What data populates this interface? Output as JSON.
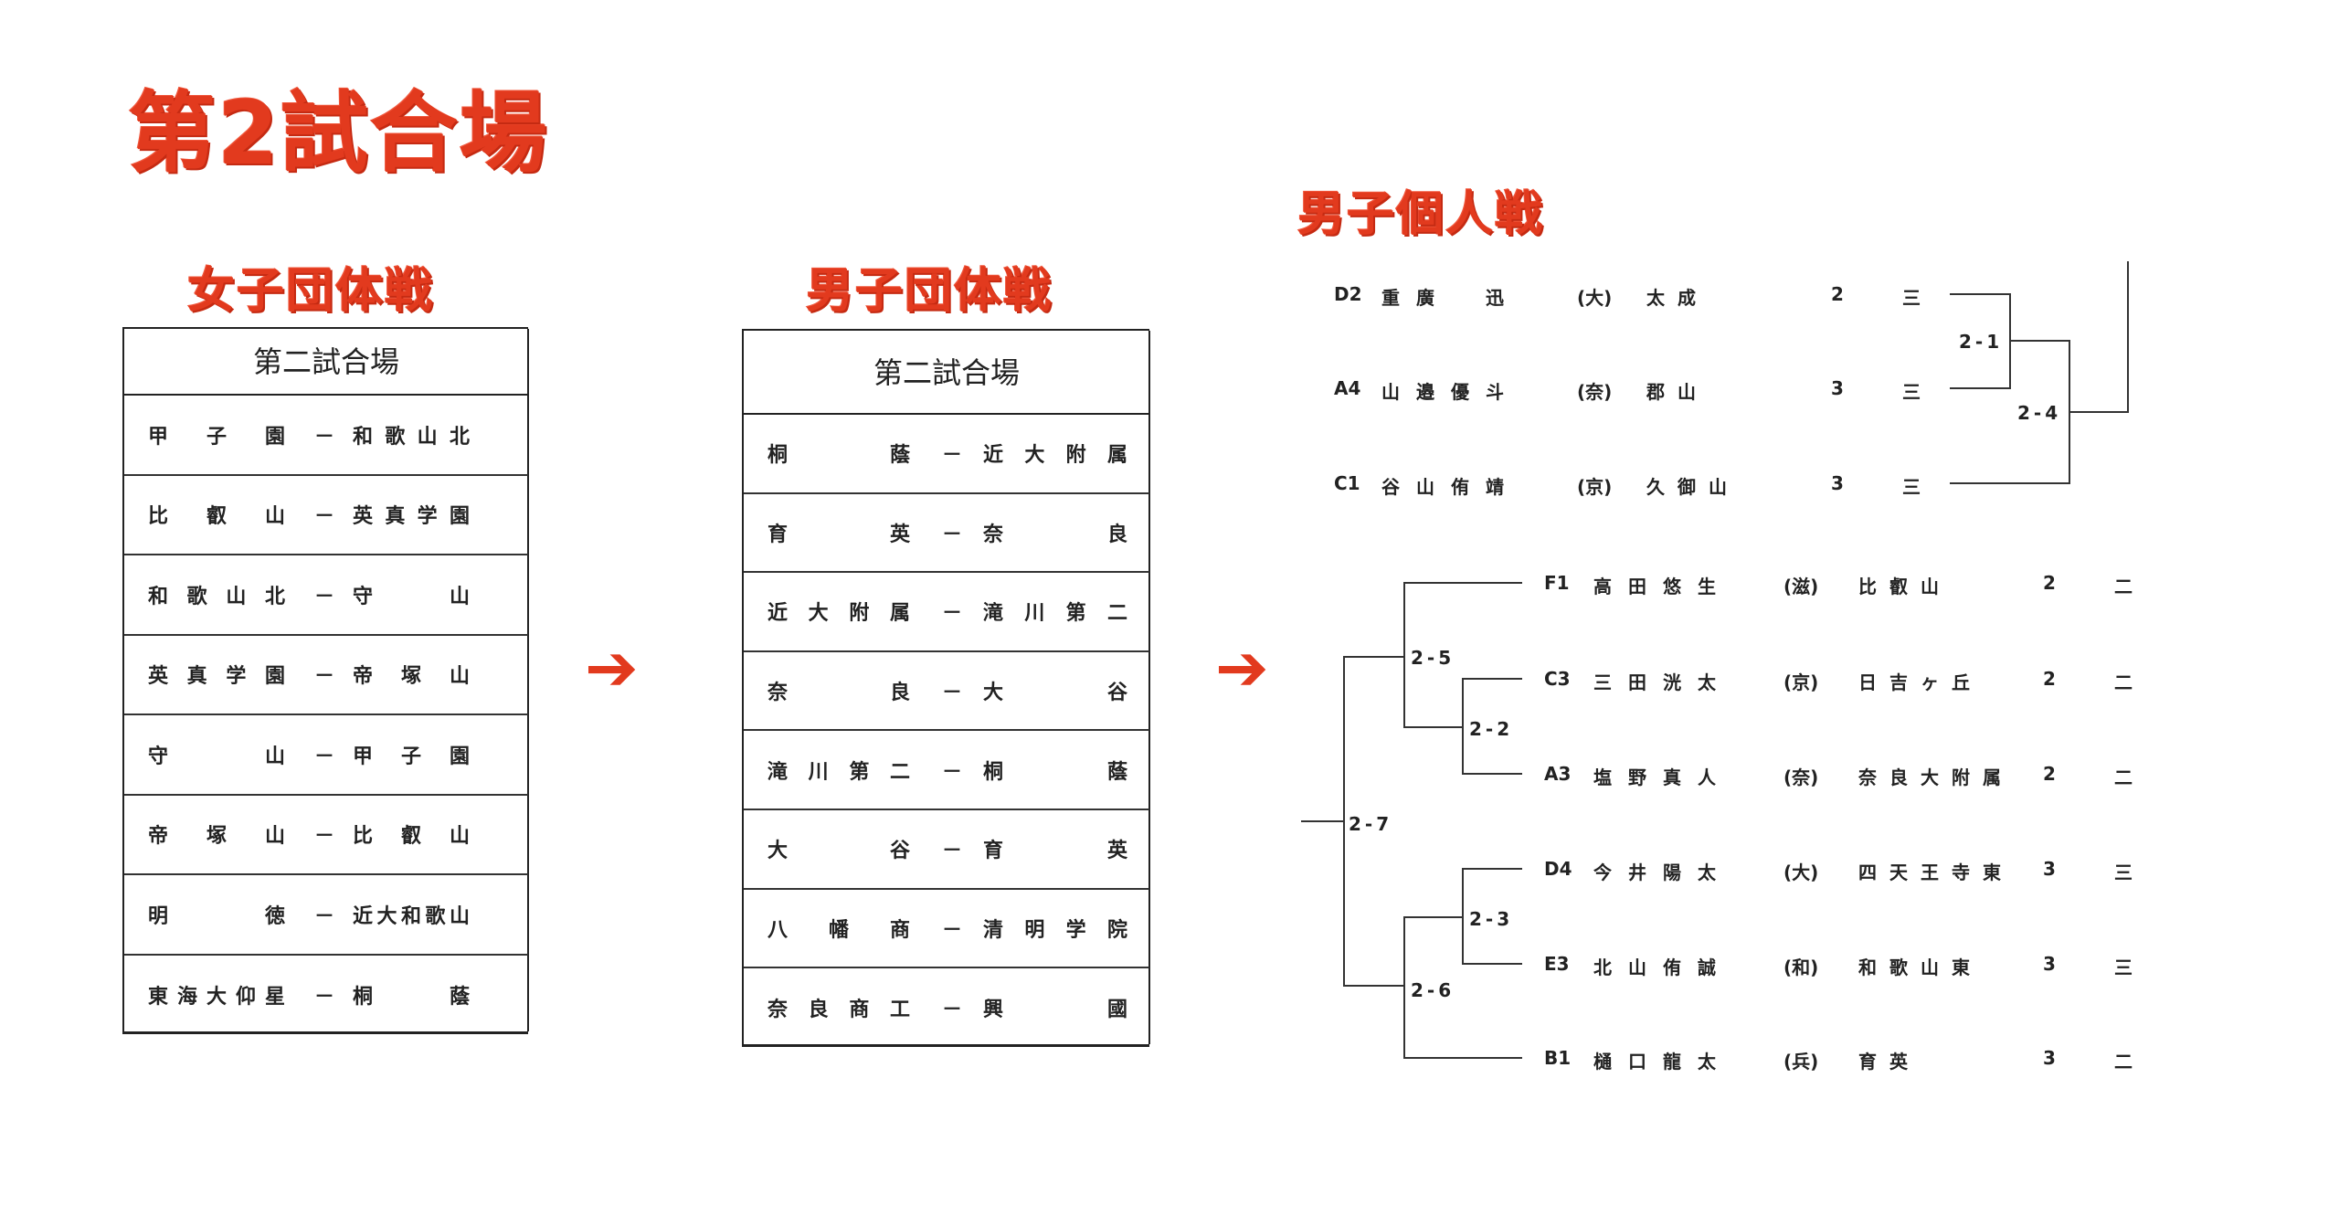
{
  "title": "第2試合場",
  "sections": {
    "women_team": "女子団体戦",
    "men_team": "男子団体戦",
    "men_individual": "男子個人戦"
  },
  "arrows": [
    "➔",
    "➔"
  ],
  "women_table": {
    "header": "第二試合場",
    "rows": [
      {
        "left": "甲子園",
        "dash": "－",
        "right": "和歌山北"
      },
      {
        "left": "比叡山",
        "dash": "－",
        "right": "英真学園"
      },
      {
        "left": "和歌山北",
        "dash": "－",
        "right": "守山"
      },
      {
        "left": "英真学園",
        "dash": "－",
        "right": "帝塚山"
      },
      {
        "left": "守山",
        "dash": "－",
        "right": "甲子園"
      },
      {
        "left": "帝塚山",
        "dash": "－",
        "right": "比叡山"
      },
      {
        "left": "明徳",
        "dash": "－",
        "right": "近大和歌山"
      },
      {
        "left": "東海大仰星",
        "dash": "－",
        "right": "桐蔭"
      }
    ]
  },
  "men_table": {
    "header": "第二試合場",
    "rows": [
      {
        "left": "桐蔭",
        "dash": "－",
        "right": "近大附属"
      },
      {
        "left": "育英",
        "dash": "－",
        "right": "奈良"
      },
      {
        "left": "近大附属",
        "dash": "－",
        "right": "滝川第二"
      },
      {
        "left": "奈良",
        "dash": "－",
        "right": "大谷"
      },
      {
        "left": "滝川第二",
        "dash": "－",
        "right": "桐蔭"
      },
      {
        "left": "大谷",
        "dash": "－",
        "right": "育英"
      },
      {
        "left": "八幡商",
        "dash": "－",
        "right": "清明学院"
      },
      {
        "left": "奈良商工",
        "dash": "－",
        "right": "興國"
      }
    ]
  },
  "bracket_top": [
    {
      "code": "D2",
      "name": "重廣　迅",
      "pref": "(大)",
      "school": "太成",
      "grade": "2",
      "level": "三"
    },
    {
      "code": "A4",
      "name": "山邉優斗",
      "pref": "(奈)",
      "school": "郡山",
      "grade": "3",
      "level": "三"
    },
    {
      "code": "C1",
      "name": "谷山侑靖",
      "pref": "(京)",
      "school": "久御山",
      "grade": "3",
      "level": "三"
    }
  ],
  "bracket_bottom": [
    {
      "code": "F1",
      "name": "高田悠生",
      "pref": "(滋)",
      "school": "比叡山",
      "grade": "2",
      "level": "二"
    },
    {
      "code": "C3",
      "name": "三田洸太",
      "pref": "(京)",
      "school": "日吉ヶ丘",
      "grade": "2",
      "level": "二"
    },
    {
      "code": "A3",
      "name": "塩野真人",
      "pref": "(奈)",
      "school": "奈良大附属",
      "grade": "2",
      "level": "二"
    },
    {
      "code": "D4",
      "name": "今井陽太",
      "pref": "(大)",
      "school": "四天王寺東",
      "grade": "3",
      "level": "三"
    },
    {
      "code": "E3",
      "name": "北山侑誠",
      "pref": "(和)",
      "school": "和歌山東",
      "grade": "3",
      "level": "三"
    },
    {
      "code": "B1",
      "name": "樋口龍太",
      "pref": "(兵)",
      "school": "育英",
      "grade": "3",
      "level": "二"
    }
  ],
  "scores": {
    "top_1": "2-1",
    "top_2": "2-4",
    "bot_5": "2-5",
    "bot_2": "2-2",
    "bot_7": "2-7",
    "bot_3": "2-3",
    "bot_6": "2-6"
  }
}
